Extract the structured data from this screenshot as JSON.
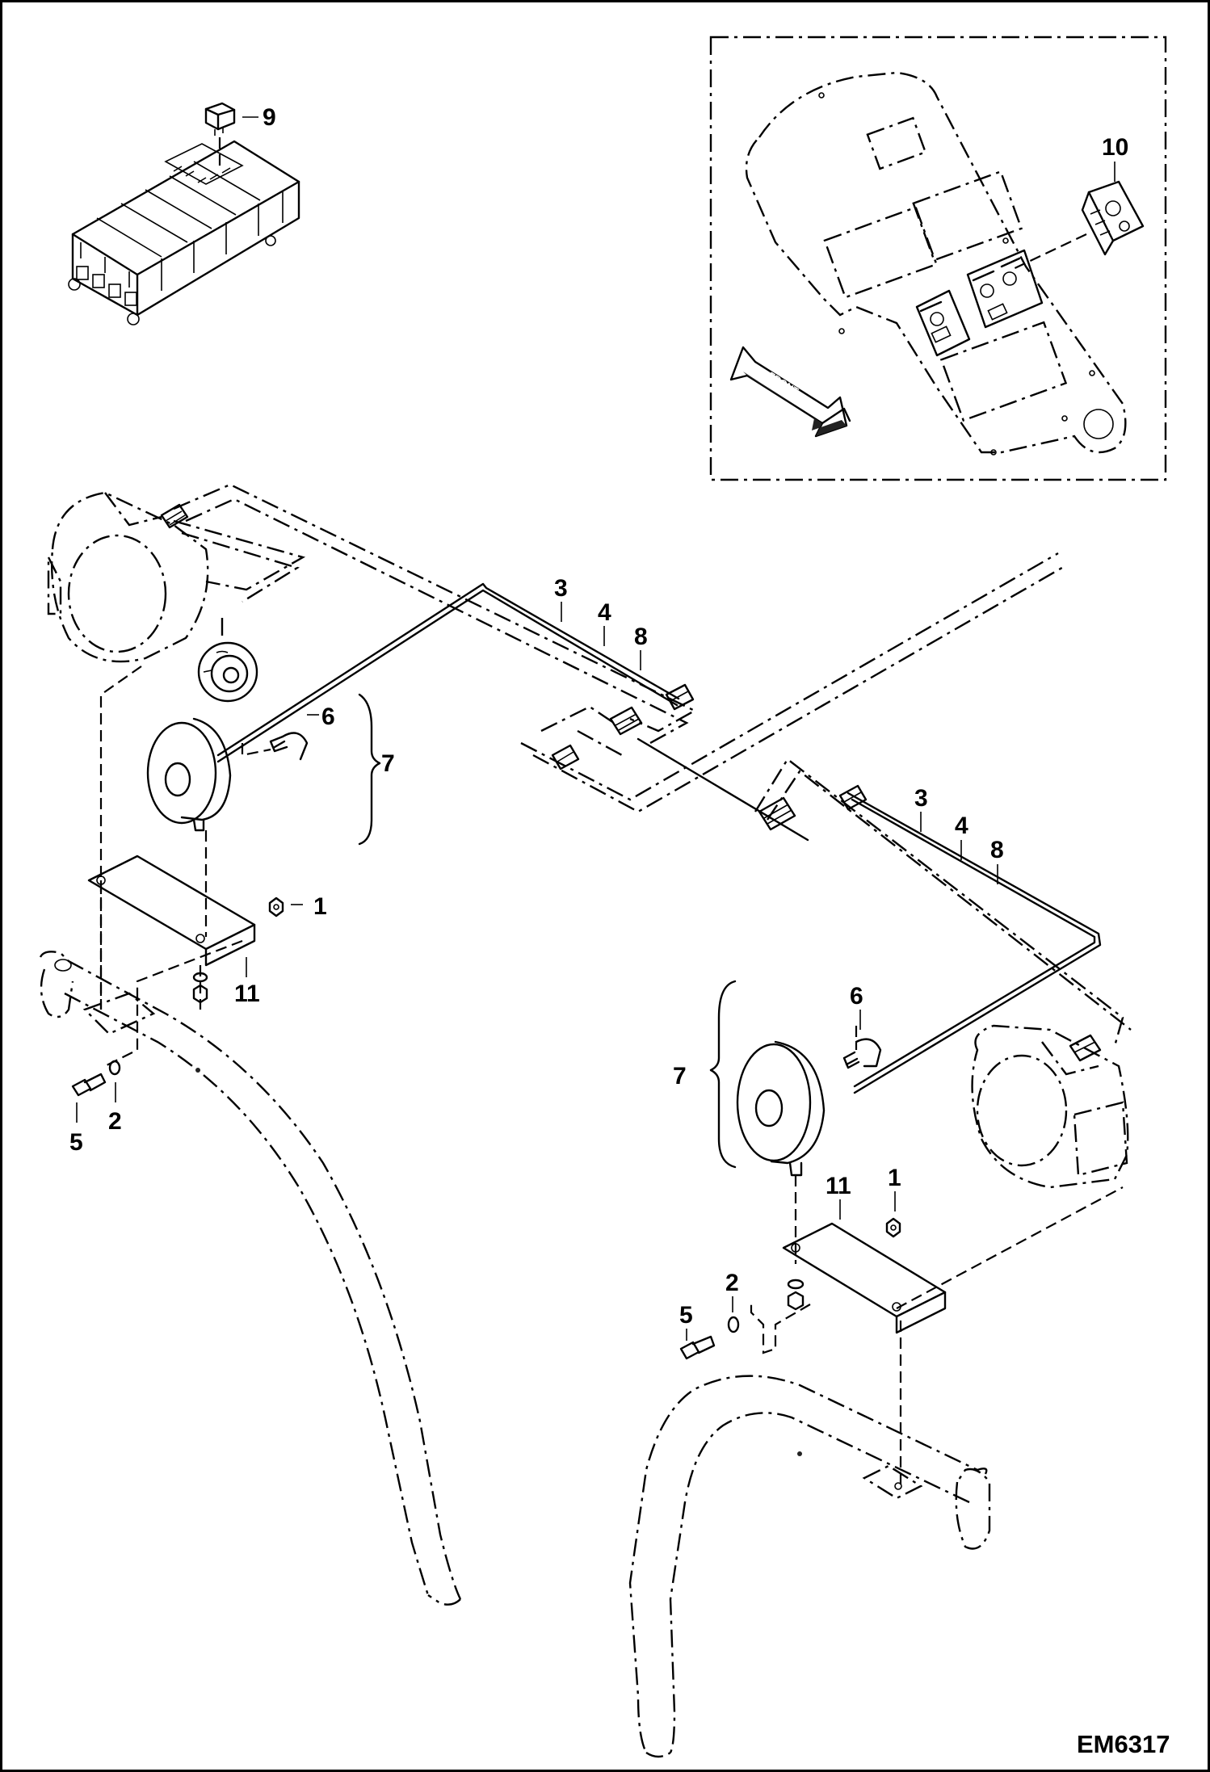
{
  "diagram": {
    "document_id": "EM6317",
    "front_arrow_label": "FRONT",
    "callouts": {
      "c1_left": "1",
      "c1_right": "1",
      "c2_left": "2",
      "c2_right": "2",
      "c3_left": "3",
      "c3_right": "3",
      "c4_left": "4",
      "c4_right": "4",
      "c5_left": "5",
      "c5_right": "5",
      "c6_left": "6",
      "c6_right": "6",
      "c7_left": "7",
      "c7_right": "7",
      "c8_left": "8",
      "c8_right": "8",
      "c9": "9",
      "c10": "10",
      "c11_left": "11",
      "c11_right": "11"
    }
  }
}
